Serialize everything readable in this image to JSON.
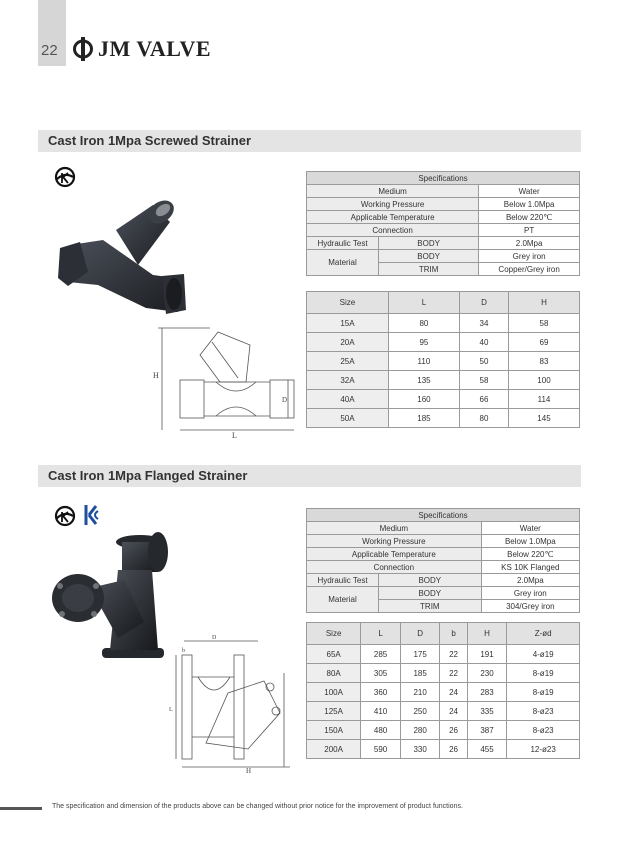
{
  "header": {
    "page_number": "22",
    "brand": "JM VALVE"
  },
  "sections": [
    {
      "title": "Cast Iron 1Mpa Screwed Strainer",
      "spec": {
        "title": "Specifications",
        "medium_label": "Medium",
        "medium": "Water",
        "pressure_label": "Working Pressure",
        "pressure": "Below 1.0Mpa",
        "temp_label": "Applicable Temperature",
        "temp": "Below 220℃",
        "conn_label": "Connection",
        "conn": "PT",
        "hydro_label": "Hydraulic Test",
        "hydro_part": "BODY",
        "hydro": "2.0Mpa",
        "material_label": "Material",
        "body_label": "BODY",
        "body": "Grey iron",
        "trim_label": "TRIM",
        "trim": "Copper/Grey iron"
      },
      "dim_headers": [
        "Size",
        "L",
        "D",
        "H"
      ],
      "dim_rows": [
        [
          "15A",
          "80",
          "34",
          "58"
        ],
        [
          "20A",
          "95",
          "40",
          "69"
        ],
        [
          "25A",
          "110",
          "50",
          "83"
        ],
        [
          "32A",
          "135",
          "58",
          "100"
        ],
        [
          "40A",
          "160",
          "66",
          "114"
        ],
        [
          "50A",
          "185",
          "80",
          "145"
        ]
      ],
      "drawing_labels": {
        "h": "H",
        "d": "D",
        "l": "L"
      }
    },
    {
      "title": "Cast Iron 1Mpa Flanged Strainer",
      "spec": {
        "title": "Specifications",
        "medium_label": "Medium",
        "medium": "Water",
        "pressure_label": "Working Pressure",
        "pressure": "Below 1.0Mpa",
        "temp_label": "Applicable Temperature",
        "temp": "Below 220℃",
        "conn_label": "Connection",
        "conn": "KS 10K Flanged",
        "hydro_label": "Hydraulic Test",
        "hydro_part": "BODY",
        "hydro": "2.0Mpa",
        "material_label": "Material",
        "body_label": "BODY",
        "body": "Grey iron",
        "trim_label": "TRIM",
        "trim": "304/Grey iron"
      },
      "dim_headers": [
        "Size",
        "L",
        "D",
        "b",
        "H",
        "Z-ød"
      ],
      "dim_rows": [
        [
          "65A",
          "285",
          "175",
          "22",
          "191",
          "4-ø19"
        ],
        [
          "80A",
          "305",
          "185",
          "22",
          "230",
          "8-ø19"
        ],
        [
          "100A",
          "360",
          "210",
          "24",
          "283",
          "8-ø19"
        ],
        [
          "125A",
          "410",
          "250",
          "24",
          "335",
          "8-ø23"
        ],
        [
          "150A",
          "480",
          "280",
          "26",
          "387",
          "8-ø23"
        ],
        [
          "200A",
          "590",
          "330",
          "26",
          "455",
          "12-ø23"
        ]
      ],
      "drawing_labels": {
        "d": "D",
        "b": "b",
        "l": "L",
        "h": "H"
      }
    }
  ],
  "footer": {
    "note": "The specification and dimension of the products above can be changed without prior notice for the improvement of product functions."
  },
  "colors": {
    "section_bar": "#e4e4e4",
    "table_header": "#d9d9d9",
    "valve_body": "#2a2d33"
  },
  "icons": [
    "jm-valve-logo-icon",
    "ks-certification-icon",
    "kc-certification-icon"
  ]
}
